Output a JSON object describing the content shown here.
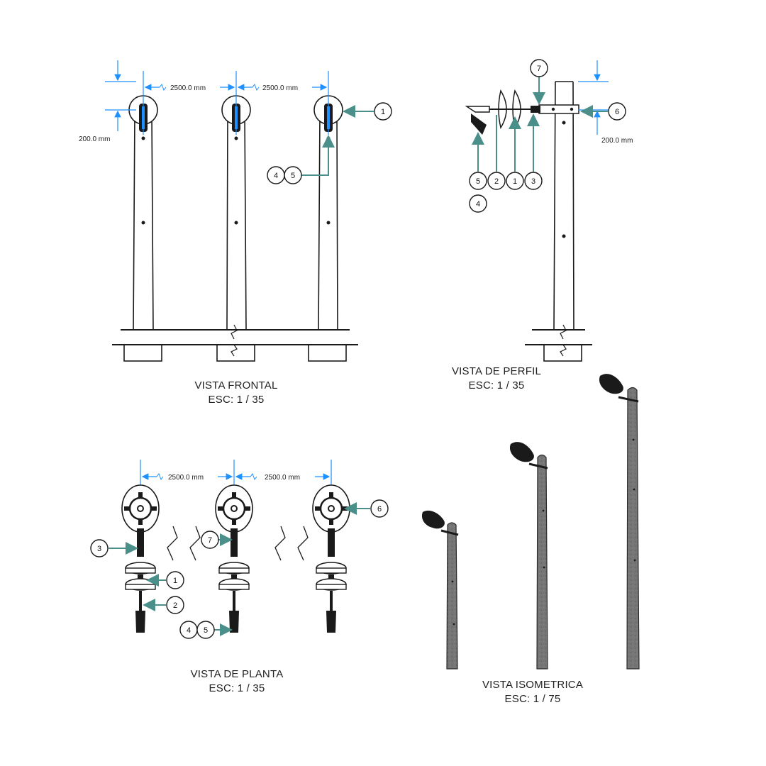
{
  "views": {
    "front": {
      "title": "VISTA FRONTAL",
      "scale": "ESC: 1 / 35",
      "dim_spacing_left": "2500.0 mm",
      "dim_spacing_right": "2500.0 mm",
      "dim_height": "200.0 mm",
      "callouts": [
        "1",
        "4",
        "5"
      ]
    },
    "profile": {
      "title": "VISTA DE PERFIL",
      "scale": "ESC: 1 / 35",
      "dim_height": "200.0 mm",
      "callouts": [
        "7",
        "6",
        "5",
        "2",
        "1",
        "3",
        "4"
      ]
    },
    "plan": {
      "title": "VISTA DE PLANTA",
      "scale": "ESC: 1 / 35",
      "dim_spacing_left": "2500.0 mm",
      "dim_spacing_right": "2500.0 mm",
      "callouts": [
        "6",
        "3",
        "7",
        "1",
        "2",
        "4",
        "5"
      ]
    },
    "isometric": {
      "title": "VISTA ISOMETRICA",
      "scale": "ESC: 1 / 75"
    }
  },
  "colors": {
    "line": "#1a1a1a",
    "dimension": "#1e90ff",
    "leader": "#4a8f8a",
    "pole_iso": "#6e6e6e"
  }
}
